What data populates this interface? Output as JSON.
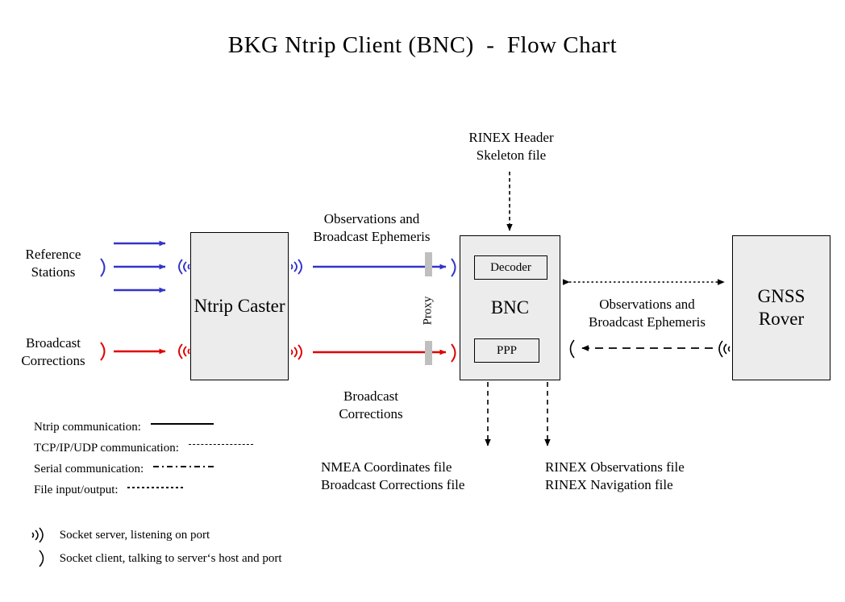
{
  "title": "BKG Ntrip Client (BNC)  -  Flow Chart",
  "colors": {
    "blue": "#3333CC",
    "red": "#E00000",
    "black": "#000000",
    "box_fill": "#ECECEC",
    "proxy_gray": "#BFBFBF"
  },
  "nodes": {
    "ntrip_caster": "Ntrip\nCaster",
    "bnc": "BNC",
    "bnc_decoder": "Decoder",
    "bnc_ppp": "PPP",
    "gnss_rover": "GNSS\nRover"
  },
  "labels": {
    "reference_stations": "Reference\nStations",
    "broadcast_corrections_in": "Broadcast\nCorrections",
    "observations_ephemeris_mid": "Observations and\nBroadcast Ephemeris",
    "broadcast_corrections_mid": "Broadcast\nCorrections",
    "rinex_header_skeleton": "RINEX Header\nSkeleton file",
    "observations_ephemeris_right": "Observations and\nBroadcast Ephemeris",
    "proxy": "Proxy",
    "nmea_outputs": "NMEA Coordinates file\nBroadcast Corrections file",
    "rinex_outputs": "RINEX Observations file\nRINEX Navigation file"
  },
  "legend": {
    "lines": [
      {
        "label": "Ntrip communication:",
        "style": "solid"
      },
      {
        "label": "TCP/IP/UDP communication:",
        "style": "dashed"
      },
      {
        "label": "Serial communication:",
        "style": "dash-dot"
      },
      {
        "label": "File input/output:",
        "style": "dotted"
      }
    ],
    "sockets": [
      {
        "icon": "socket-server-icon",
        "label": "Socket server, listening on port"
      },
      {
        "icon": "socket-client-icon",
        "label": "Socket client, talking to server‘s host and port"
      }
    ]
  }
}
